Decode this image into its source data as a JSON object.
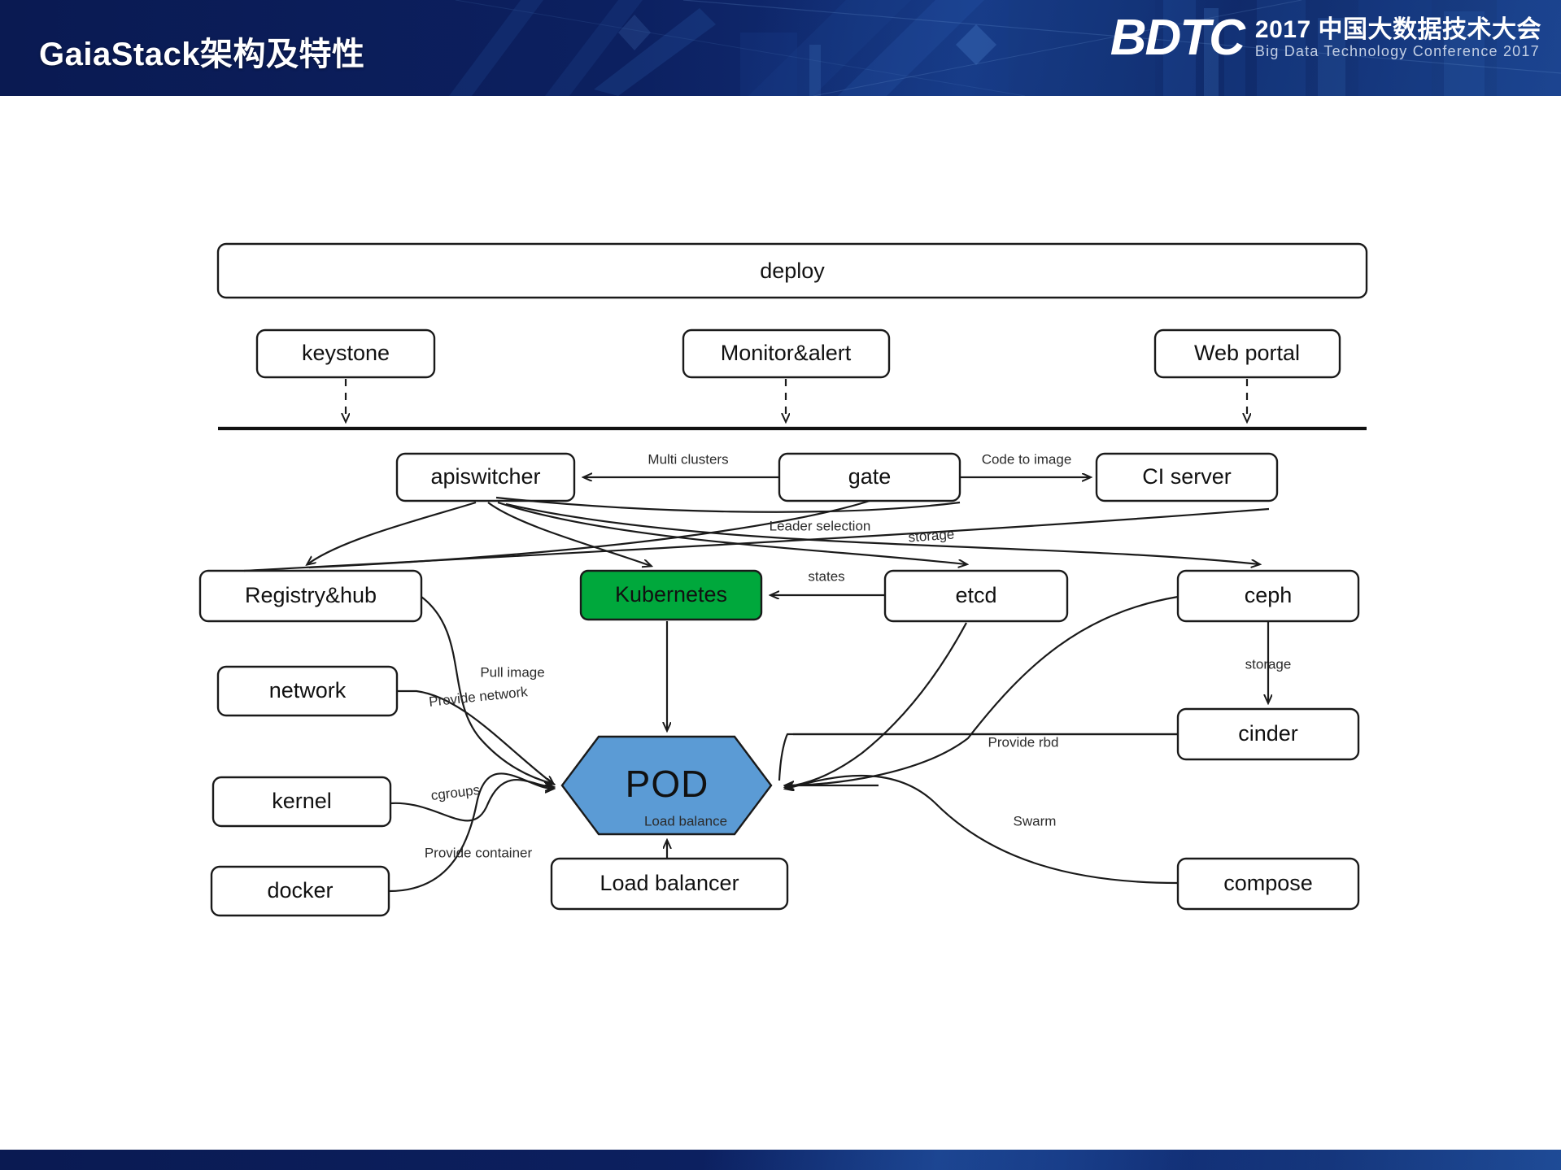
{
  "header": {
    "title": "GaiaStack架构及特性",
    "logo": {
      "mark": "BDTC",
      "line1": "2017 中国大数据技术大会",
      "line2": "Big Data Technology Conference 2017"
    },
    "colors": {
      "band_dark": "#0a1a52",
      "band_light": "#123078",
      "title_text": "#ffffff"
    }
  },
  "diagram": {
    "colors": {
      "node_fill": "#ffffff",
      "node_stroke": "#1a1a1a",
      "kubernetes_fill": "#00a83c",
      "pod_fill": "#5b9bd5",
      "label_text": "#2b2b2b"
    },
    "nodes": {
      "deploy": "deploy",
      "keystone": "keystone",
      "monitor_alert": "Monitor&alert",
      "web_portal": "Web portal",
      "apiswitcher": "apiswitcher",
      "gate": "gate",
      "ci_server": "CI server",
      "registry_hub": "Registry&hub",
      "kubernetes": "Kubernetes",
      "etcd": "etcd",
      "ceph": "ceph",
      "network": "network",
      "kernel": "kernel",
      "docker": "docker",
      "pod": "POD",
      "load_balancer": "Load balancer",
      "cinder": "cinder",
      "compose": "compose"
    },
    "edge_labels": {
      "multi_clusters": "Multi clusters",
      "code_to_image": "Code to image",
      "leader_selection": "Leader  selection",
      "storage_top": "storage",
      "states": "states",
      "pull_image": "Pull image",
      "provide_network": "Provide  network",
      "cgroups": "cgroups",
      "provide_container": "Provide  container",
      "load_balance": "Load balance",
      "storage_right": "storage",
      "provide_rbd": "Provide  rbd",
      "swarm": "Swarm"
    }
  }
}
